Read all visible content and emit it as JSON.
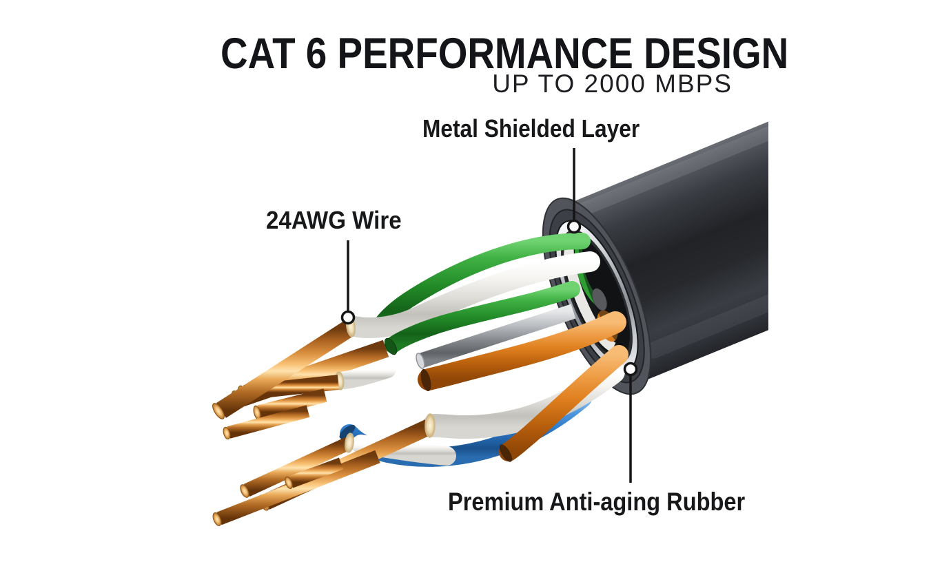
{
  "header": {
    "title": "CAT 6 PERFORMANCE DESIGN",
    "subtitle": "UP TO 2000 MBPS"
  },
  "callouts": {
    "shield": {
      "label": "Metal Shielded Layer"
    },
    "wire": {
      "label": "24AWG Wire"
    },
    "rubber": {
      "label": "Premium Anti-aging Rubber"
    }
  },
  "illustration": {
    "colors": {
      "background": "#ffffff",
      "text": "#17181a",
      "jacket_dark": "#26282c",
      "shield_silver": "#c7cbcf",
      "copper": "#d9903e",
      "wire_green": "#2f9e33",
      "wire_orange": "#e0801f",
      "wire_blue": "#2f82d3",
      "insulation_white": "#f0efeb",
      "insulation_cream": "#eedcb4"
    }
  }
}
